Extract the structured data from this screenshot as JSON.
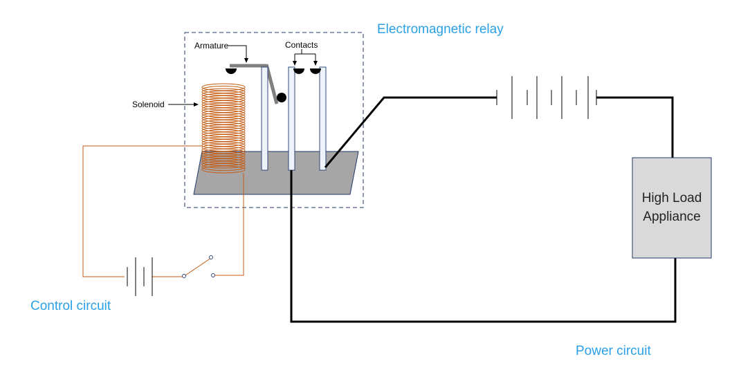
{
  "labels": {
    "relay_title": "Electromagnetic relay",
    "control_circuit": "Control circuit",
    "power_circuit": "Power circuit",
    "armature": "Armature",
    "contacts": "Contacts",
    "solenoid": "Solenoid",
    "appliance_line1": "High Load",
    "appliance_line2": "Appliance"
  },
  "colors": {
    "title_blue": "#2aa0e6",
    "coil_orange": "#c55a11",
    "base_gray": "#a7a5a6",
    "appliance_fill": "#d9d9d9",
    "wire_black": "#000000",
    "pole_fill": "#eef2fa",
    "pole_stroke": "#2f4a7a",
    "armature_gray": "#7f7f7f"
  }
}
